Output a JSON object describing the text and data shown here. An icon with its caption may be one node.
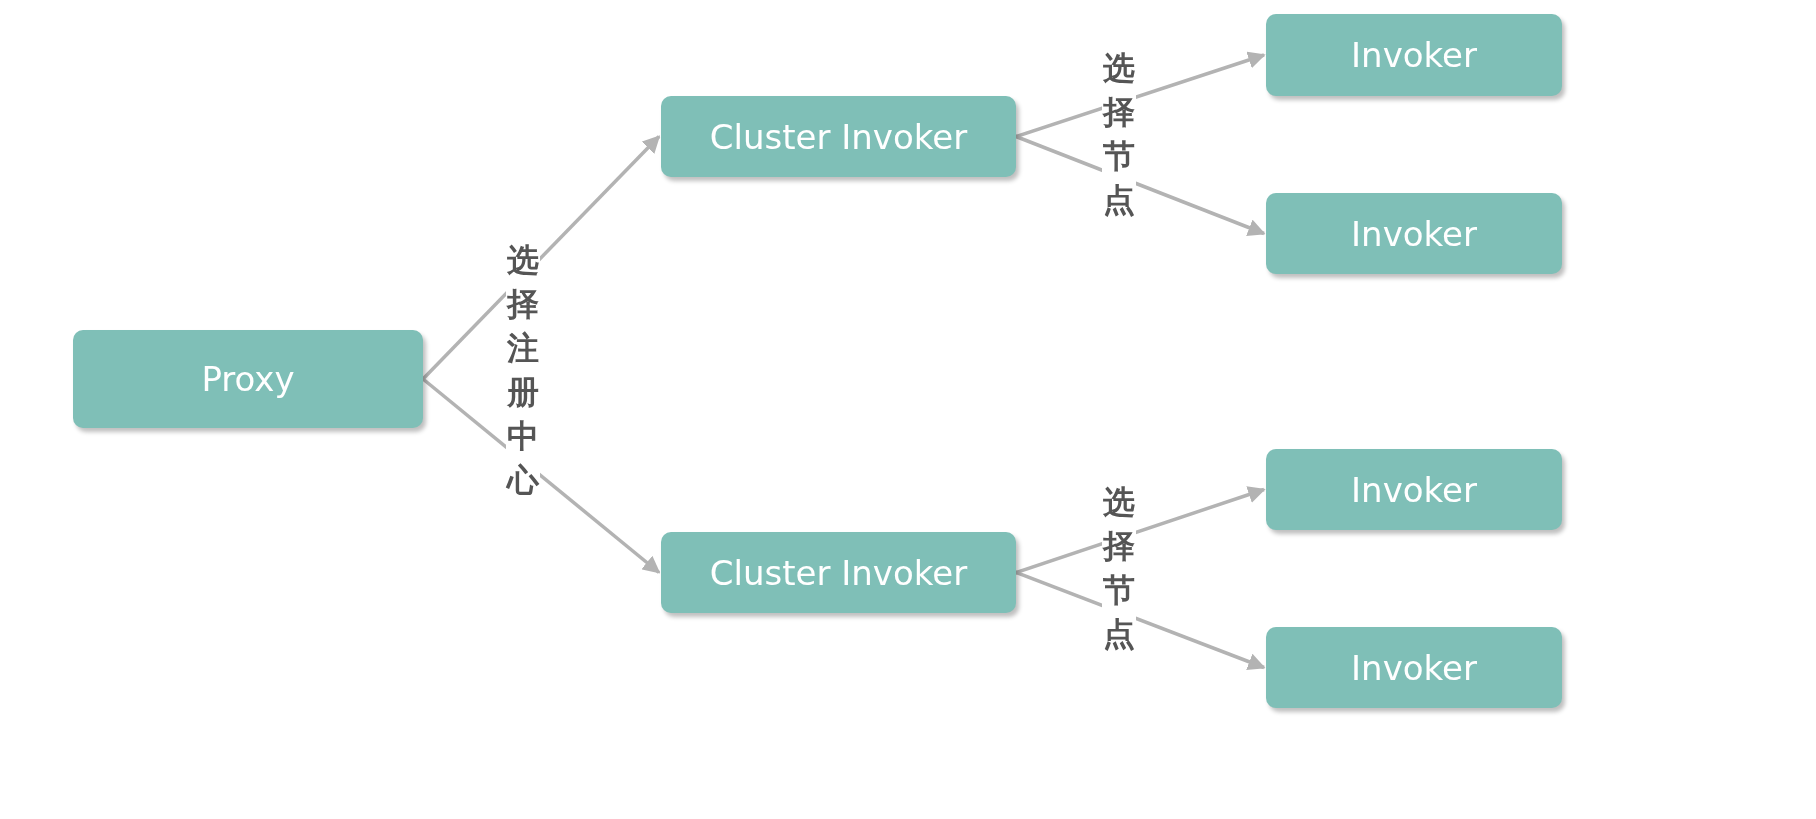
{
  "diagram": {
    "nodes": [
      {
        "text": [
          "Proxy"
        ]
      },
      {
        "text": [
          "Cluster Invoker"
        ]
      },
      {
        "text": [
          "Cluster Invoker"
        ]
      },
      {
        "text": [
          "Invoker"
        ]
      },
      {
        "text": [
          "Invoker"
        ]
      },
      {
        "text": [
          "Invoker"
        ]
      },
      {
        "text": [
          "Invoker"
        ]
      }
    ],
    "edges": [
      {
        "from": 0,
        "to": 1,
        "arrow": "to"
      },
      {
        "from": 0,
        "to": 2,
        "arrow": "to"
      },
      {
        "from": 1,
        "to": 3,
        "arrow": "to"
      },
      {
        "from": 1,
        "to": 4,
        "arrow": "to"
      },
      {
        "from": 2,
        "to": 5,
        "arrow": "to"
      },
      {
        "from": 2,
        "to": 6,
        "arrow": "to"
      }
    ],
    "labels": [
      "选择注册中心",
      "选择节点",
      "选择节点"
    ]
  }
}
